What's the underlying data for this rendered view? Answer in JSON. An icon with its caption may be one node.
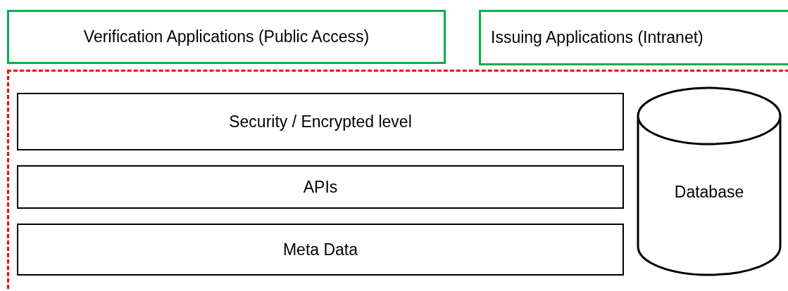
{
  "diagram": {
    "nodes": [
      {
        "text": [
          "Verification Applications (Public Access)"
        ]
      },
      {
        "text": [
          "Issuing Applications (Intranet)"
        ]
      },
      {
        "text": [],
        "shape": "box"
      },
      {
        "text": [
          "Security / Encrypted level"
        ],
        "in": 2
      },
      {
        "text": [
          "APIs"
        ],
        "in": 2
      },
      {
        "text": [
          "Meta Data"
        ],
        "in": 2
      },
      {
        "text": [
          "Database"
        ],
        "in": 2
      }
    ],
    "edges": []
  }
}
